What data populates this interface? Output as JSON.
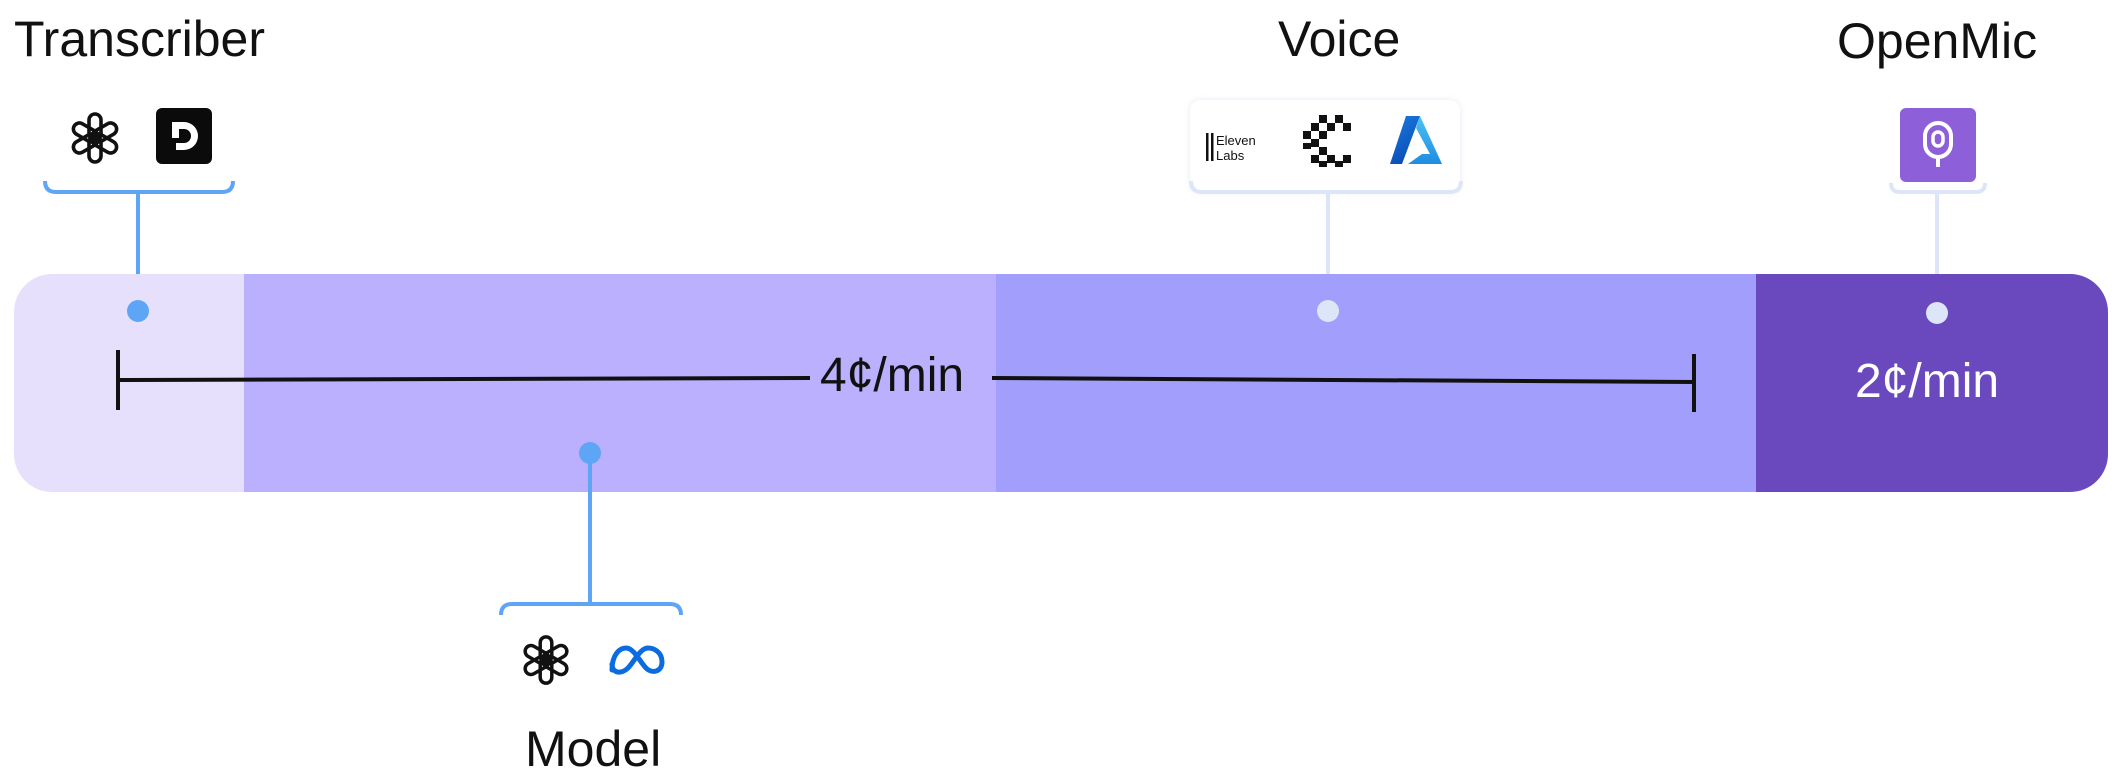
{
  "labels": {
    "transcriber": "Transcriber",
    "model": "Model",
    "voice": "Voice",
    "openmic": "OpenMic"
  },
  "prices": {
    "combined": "4¢/min",
    "openmic": "2¢/min"
  },
  "icons": {
    "transcriber": [
      "openai-icon",
      "deepgram-icon"
    ],
    "model": [
      "openai-icon",
      "meta-icon"
    ],
    "voice": [
      "elevenlabs-icon",
      "cartesia-icon",
      "azure-icon"
    ],
    "openmic": [
      "openmic-microphone-icon"
    ]
  },
  "elevenlabs_logo": {
    "line1": "Eleven",
    "line2": "Labs"
  },
  "colors": {
    "transcriber_segment": "#e7e0fd",
    "model_segment": "#bbb0fd",
    "voice_segment": "#a29ffc",
    "openmic_segment": "#6a48bd",
    "connector_blue": "#5fa5f5",
    "connector_light": "#dde6f8",
    "openmic_icon_bg": "#8d5fd9"
  }
}
